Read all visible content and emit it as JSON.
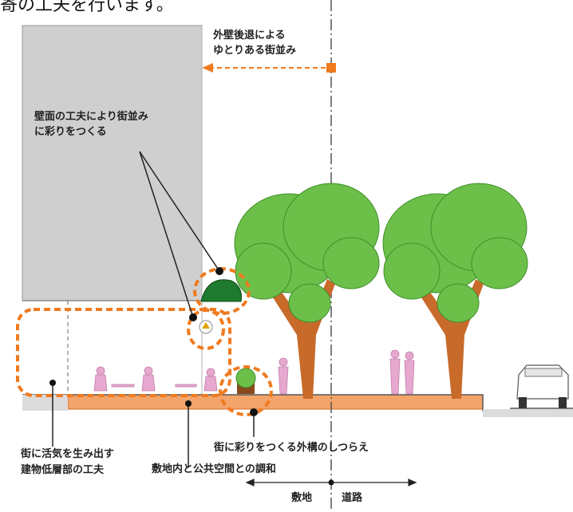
{
  "top_text": "寄の工夫を行います。",
  "labels": {
    "setback": [
      "外壁後退による",
      "ゆとりある街並み"
    ],
    "wall": [
      "壁面の工夫により街並み",
      "に彩りをつくる"
    ],
    "vitality": [
      "街に活気を生み出す",
      "建物低層部の工夫"
    ],
    "exterior": "街に彩りをつくる外構のしつらえ",
    "harmony": "敷地内と公共空間との調和",
    "site": "敷地",
    "road": "道路"
  },
  "colors": {
    "accent_orange": "#f07a1f",
    "building_gray": "#cfcfcf",
    "tree_green": "#6cc04a",
    "trunk_brown": "#c86a2a",
    "people_pink": "#e6a8cf"
  }
}
